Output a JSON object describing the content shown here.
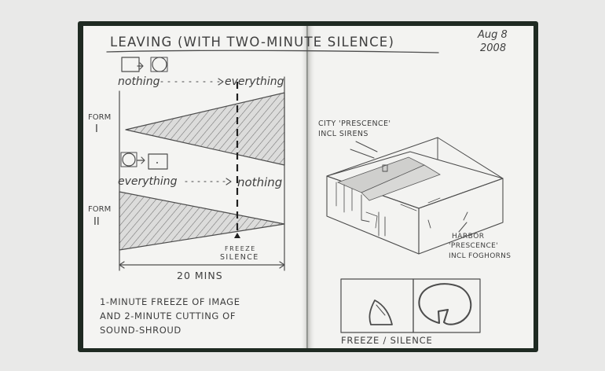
{
  "sketchbook": {
    "left_page": {
      "title": "LEAVING (WITH TWO-MINUTE SILENCE)",
      "date_line1": "Aug 8",
      "date_line2": "2008",
      "form1_label_a": "FORM",
      "form1_label_b": "I",
      "form2_label_a": "FORM",
      "form2_label_b": "II",
      "nothing_1": "nothing",
      "everything_1": "everything",
      "everything_2": "everything",
      "nothing_2": "nothing",
      "freeze_label": "FREEZE",
      "silence_label": "SILENCE",
      "duration_label": "20 MINS",
      "note_line1": "1-MINUTE FREEZE OF IMAGE",
      "note_line2": "AND 2-MINUTE CUTTING OF",
      "note_line3": "SOUND-SHROUD"
    },
    "right_page": {
      "city_label_1": "CITY 'PRESCENCE'",
      "city_label_2": "INCL SIRENS",
      "harbor_label_1": "HARBOR",
      "harbor_label_2": "'PRESCENCE'",
      "harbor_label_3": "INCL FOGHORNS",
      "freeze_silence_label": "FREEZE / SILENCE"
    }
  },
  "colors": {
    "background": "#e9e9e8",
    "cover": "#1f2a22",
    "paper": "#f4f4f2",
    "pencil": "#4d4d4d"
  }
}
